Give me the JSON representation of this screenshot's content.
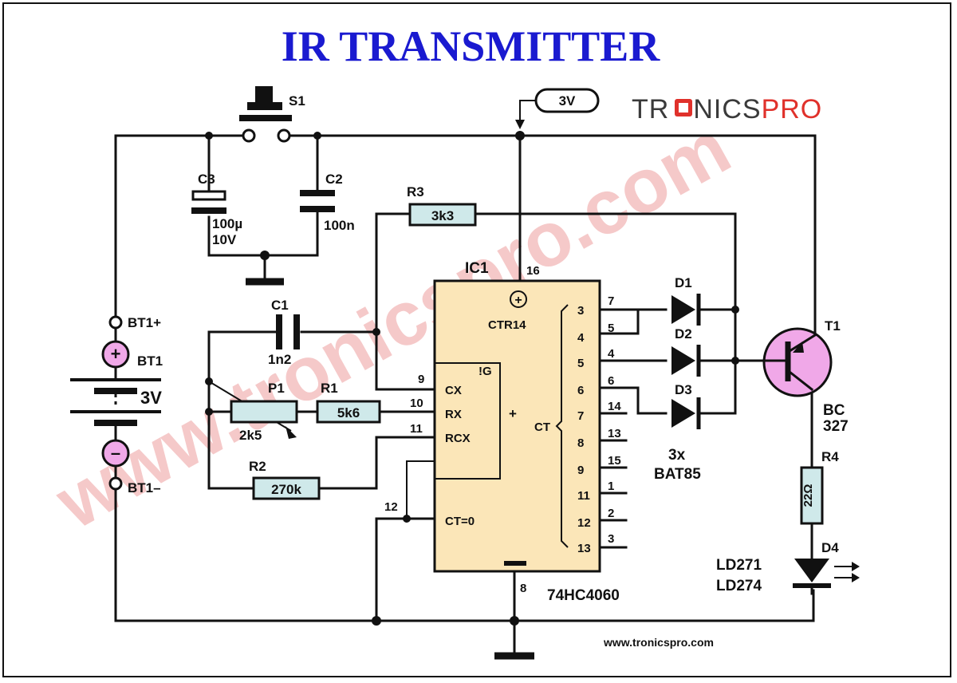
{
  "title": "IR TRANSMITTER",
  "brand": {
    "left": "TR",
    "mid": "NICS",
    "right": "PRO"
  },
  "watermark": "www.tronicspro.com",
  "footer_url": "www.tronicspro.com",
  "supply": {
    "tag": "3V"
  },
  "switch": {
    "ref": "S1"
  },
  "capacitors": {
    "c3": {
      "ref": "C3",
      "value": "100µ",
      "voltage": "10V"
    },
    "c2": {
      "ref": "C2",
      "value": "100n"
    },
    "c1": {
      "ref": "C1",
      "value": "1n2"
    }
  },
  "resistors": {
    "r3": {
      "ref": "R3",
      "value": "3k3"
    },
    "r1": {
      "ref": "R1",
      "value": "5k6"
    },
    "r2": {
      "ref": "R2",
      "value": "270k"
    },
    "r4": {
      "ref": "R4",
      "value": "22Ω"
    },
    "p1": {
      "ref": "P1",
      "value": "2k5"
    }
  },
  "battery": {
    "pos": "BT1+",
    "ref": "BT1",
    "voltage": "3V",
    "neg": "BT1–",
    "plus": "+",
    "minus": "–"
  },
  "ic": {
    "ref": "IC1",
    "part": "74HC4060",
    "vcc_pin": "16",
    "gnd_pin": "8",
    "ctr": "CTR14",
    "g": "!G",
    "ct": "CT",
    "ct0": "CT=0",
    "plus": "+",
    "inputs": [
      {
        "name": "CX",
        "pin": "9"
      },
      {
        "name": "RX",
        "pin": "10"
      },
      {
        "name": "RCX",
        "pin": "11"
      }
    ],
    "reset_pin": "12",
    "outputs": [
      {
        "q": "3",
        "pin": "7"
      },
      {
        "q": "4",
        "pin": "5"
      },
      {
        "q": "5",
        "pin": "4"
      },
      {
        "q": "6",
        "pin": "6"
      },
      {
        "q": "7",
        "pin": "14"
      },
      {
        "q": "8",
        "pin": "13"
      },
      {
        "q": "9",
        "pin": "15"
      },
      {
        "q": "11",
        "pin": "1"
      },
      {
        "q": "12",
        "pin": "2"
      },
      {
        "q": "13",
        "pin": "3"
      }
    ]
  },
  "diodes": {
    "d1": "D1",
    "d2": "D2",
    "d3": "D3",
    "count": "3x",
    "part": "BAT85"
  },
  "transistor": {
    "ref": "T1",
    "part_a": "BC",
    "part_b": "327"
  },
  "led": {
    "ref": "D4",
    "part_a": "LD271",
    "part_b": "LD274"
  },
  "colors": {
    "title": "#1a1ad0",
    "brand_dark": "#3a3a3a",
    "brand_red": "#e0312b",
    "ic_fill": "#fbe6b8",
    "component_fill": "#f0a8e8",
    "resistor_fill": "#cfe9ea",
    "watermark": "#f2b8b8"
  }
}
